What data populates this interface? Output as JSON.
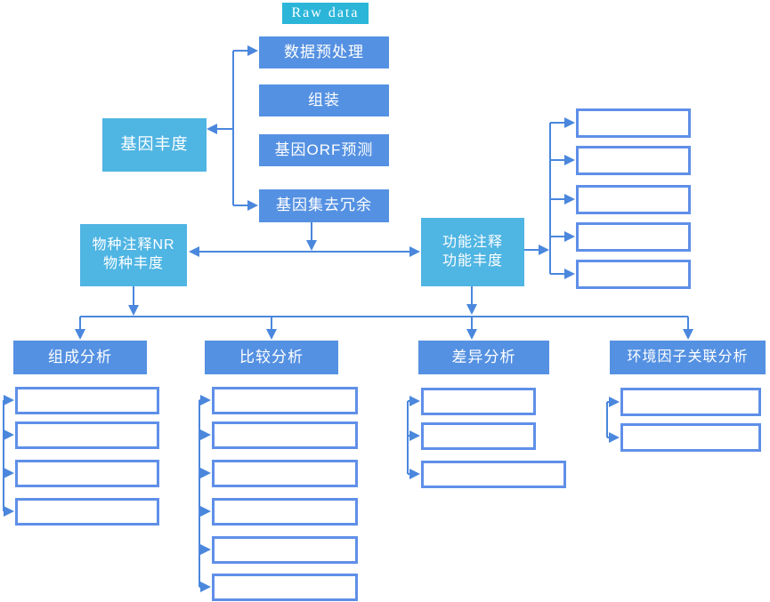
{
  "flowchart": {
    "raw_data_label": "Raw data",
    "pipeline_steps": [
      {
        "label": "数据预处理"
      },
      {
        "label": "组装"
      },
      {
        "label": "基因ORF预测"
      },
      {
        "label": "基因集去冗余"
      }
    ],
    "gene_abundance_label": "基因丰度",
    "taxonomy_node": {
      "line1": "物种注释NR",
      "line2": "物种丰度"
    },
    "function_node": {
      "line1": "功能注释",
      "line2": "功能丰度"
    },
    "function_output_slots": 5,
    "analyses": [
      {
        "label": "组成分析",
        "output_slots": 4
      },
      {
        "label": "比较分析",
        "output_slots": 6
      },
      {
        "label": "差异分析",
        "output_slots": 3
      },
      {
        "label": "环境因子关联分析",
        "output_slots": 2
      }
    ],
    "colors": {
      "raw_data_fill": "#2BB6D9",
      "process_fill": "#5591E2",
      "abundance_fill": "#4FB5E3",
      "placeholder_border": "#5F8FE8",
      "connector": "#4A87DD",
      "text": "#FFFFFF",
      "background": "#FFFFFF"
    }
  }
}
